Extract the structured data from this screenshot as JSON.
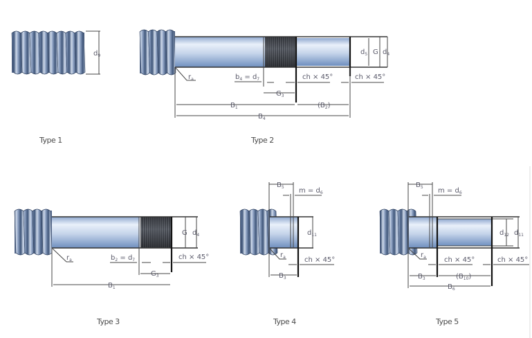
{
  "figure": {
    "colors": {
      "shaft_light": "#e9f0fa",
      "shaft_dark": "#6f8fbf",
      "thread_light": "#cfdaea",
      "thread_dark": "#3e5478",
      "knurl_light": "#6c7078",
      "knurl_dark": "#33363c",
      "line": "#444444",
      "label": "#5a5a6a"
    },
    "types": [
      {
        "caption": "Type 1",
        "labels": {
          "d": "d",
          "d_sub": "9"
        }
      },
      {
        "caption": "Type 2",
        "labels": {
          "ra": "r",
          "ra_sub": "a",
          "b": "b",
          "b_sub": "4",
          "eq": " = ",
          "d7": "d",
          "d7_sub": "7",
          "g3": "G",
          "g3_sub": "3",
          "ch1": "ch × 45°",
          "ch2": "ch × 45°",
          "b1": "B",
          "b1_sub": "1",
          "b2": "(B",
          "b2_sub": "2",
          "b2_close": ")",
          "b4": "B",
          "b4_sub": "4",
          "d5": "d",
          "d5_sub": "5",
          "g": "G",
          "d4": "d",
          "d4_sub": "4"
        }
      },
      {
        "caption": "Type 3",
        "labels": {
          "ra": "r",
          "ra_sub": "a",
          "b": "b",
          "b_sub": "2",
          "eq": " = ",
          "d7": "d",
          "d7_sub": "7",
          "g3": "G",
          "g3_sub": "3",
          "ch": "ch × 45°",
          "b1": "B",
          "b1_sub": "1",
          "g": "G",
          "d4": "d",
          "d4_sub": "4"
        }
      },
      {
        "caption": "Type 4",
        "labels": {
          "b5": "B",
          "b5_sub": "5",
          "m": "m = d",
          "m_sub": "6",
          "d11": "d",
          "d11_sub": "11",
          "ra": "r",
          "ra_sub": "a",
          "ch": "ch × 45°",
          "b3": "B",
          "b3_sub": "3"
        }
      },
      {
        "caption": "Type 5",
        "labels": {
          "b5": "B",
          "b5_sub": "5",
          "m": "m = d",
          "m_sub": "6",
          "d12": "d",
          "d12_sub": "12",
          "d11": "d",
          "d11_sub": "11",
          "ra": "r",
          "ra_sub": "a",
          "ch1": "ch × 45°",
          "ch2": "ch × 45°",
          "b3": "B",
          "b3_sub": "3",
          "b10": "(B",
          "b10_sub": "10",
          "b10_close": ")",
          "b6": "B",
          "b6_sub": "6"
        }
      }
    ]
  }
}
